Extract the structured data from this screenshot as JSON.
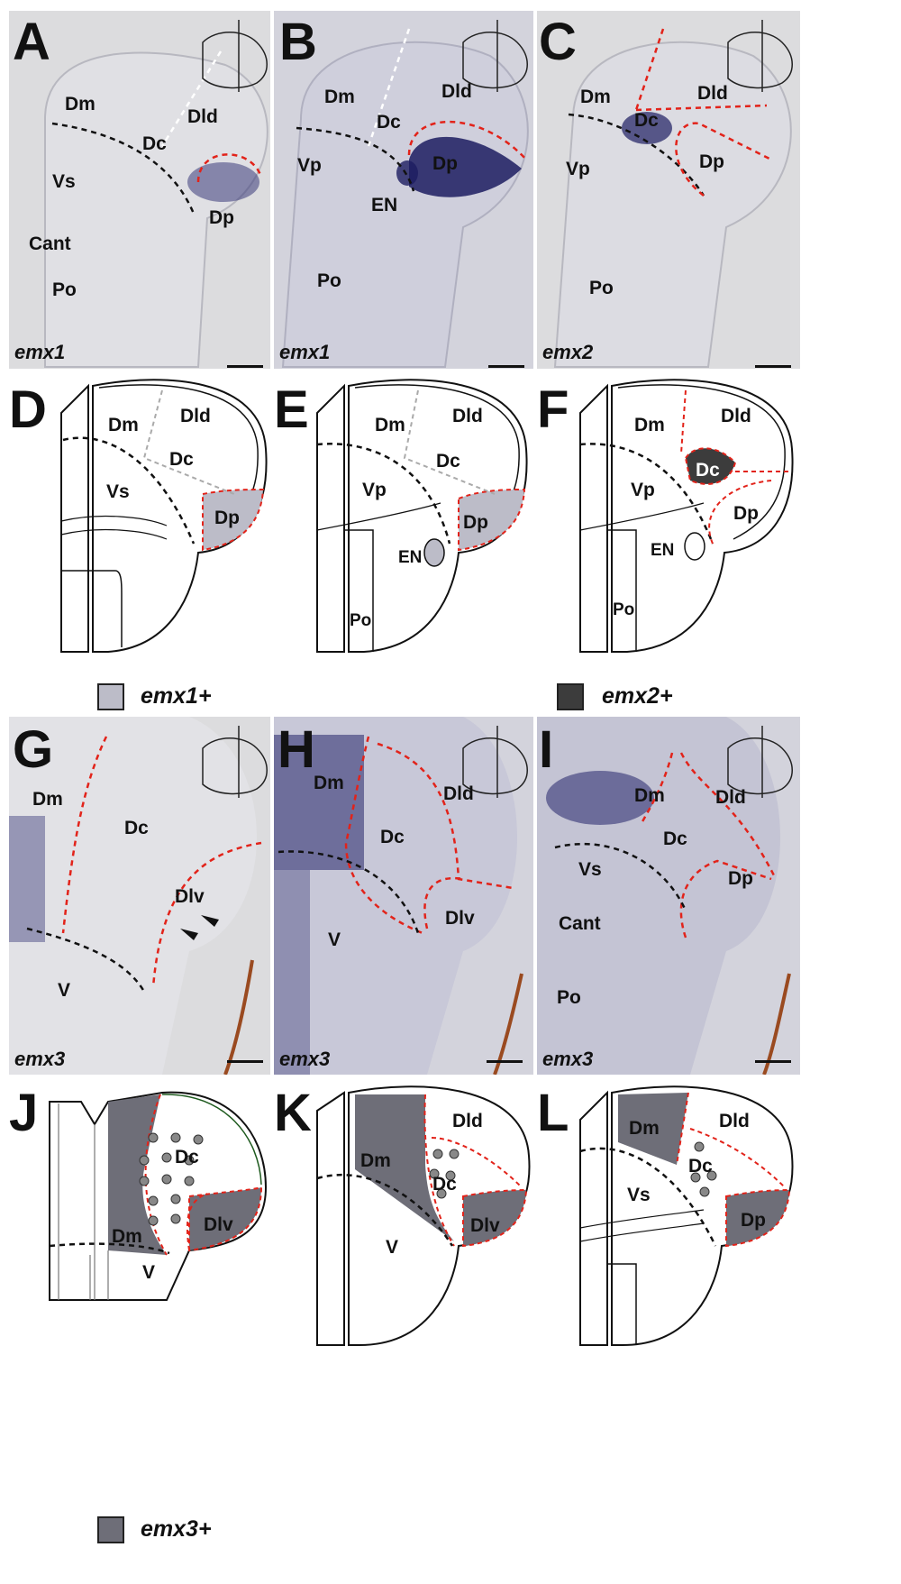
{
  "panel_letters": [
    "A",
    "B",
    "C",
    "D",
    "E",
    "F",
    "G",
    "H",
    "I",
    "J",
    "K",
    "L"
  ],
  "panels": {
    "A": {
      "gene": "emx1",
      "regions": [
        "Dm",
        "Dld",
        "Dc",
        "Vs",
        "Dp",
        "Cant",
        "Po"
      ]
    },
    "B": {
      "gene": "emx1",
      "regions": [
        "Dm",
        "Dld",
        "Dc",
        "Vp",
        "Dp",
        "EN",
        "Po"
      ]
    },
    "C": {
      "gene": "emx2",
      "regions": [
        "Dm",
        "Dld",
        "Dc",
        "Vp",
        "Dp",
        "Po"
      ]
    },
    "D": {
      "regions": [
        "Dm",
        "Dld",
        "Dc",
        "Vs",
        "Dp"
      ]
    },
    "E": {
      "regions": [
        "Dm",
        "Dld",
        "Dc",
        "Vp",
        "Dp",
        "EN",
        "Po"
      ]
    },
    "F": {
      "regions": [
        "Dm",
        "Dld",
        "Dc",
        "Vp",
        "Dp",
        "EN",
        "Po"
      ]
    },
    "G": {
      "gene": "emx3",
      "regions": [
        "Dm",
        "Dc",
        "Dlv",
        "V"
      ]
    },
    "H": {
      "gene": "emx3",
      "regions": [
        "Dm",
        "Dld",
        "Dc",
        "Dlv",
        "V"
      ]
    },
    "I": {
      "gene": "emx3",
      "regions": [
        "Dm",
        "Dld",
        "Dc",
        "Vs",
        "Dp",
        "Cant",
        "Po"
      ]
    },
    "J": {
      "regions": [
        "Dc",
        "Dlv",
        "Dm",
        "V"
      ]
    },
    "K": {
      "regions": [
        "Dld",
        "Dm",
        "Dc",
        "Dlv",
        "V"
      ]
    },
    "L": {
      "regions": [
        "Dm",
        "Dld",
        "Dc",
        "Vs",
        "Dp"
      ]
    }
  },
  "legends": {
    "emx1": {
      "label": "emx1+",
      "color": "#bcbcc8"
    },
    "emx2": {
      "label": "emx2+",
      "color": "#3c3c3c"
    },
    "emx3": {
      "label": "emx3+",
      "color": "#6e6e78"
    }
  },
  "colors": {
    "boundary_red": "#e2231a",
    "boundary_black": "#111111",
    "boundary_white": "#ffffff",
    "stain": "#2a2a6a",
    "photo_bg": "#d3d3dc"
  }
}
